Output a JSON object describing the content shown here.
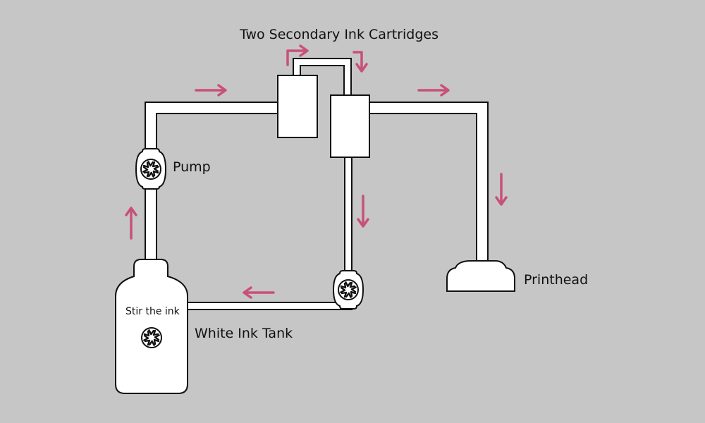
{
  "labels": {
    "title": "Two Secondary Ink Cartridges",
    "pump": "Pump",
    "printhead": "Printhead",
    "tank": "White Ink Tank",
    "stir": "Stir the ink"
  },
  "icons": {
    "pump_top": "pump-impeller-icon",
    "pump_bottom": "pump-impeller-icon",
    "stirrer": "stirrer-impeller-icon",
    "flow": "flow-arrow-icon"
  },
  "colors": {
    "background": "#c6c6c6",
    "arrow": "#c8507a",
    "component": "#ffffff",
    "outline": "#111111"
  }
}
